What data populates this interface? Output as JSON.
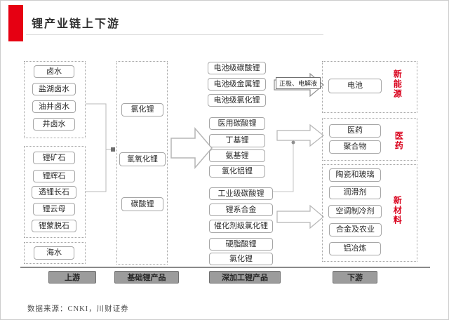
{
  "colors": {
    "accent_red": "#e60012",
    "category_red": "#d9001b"
  },
  "header": {
    "title": "锂产业链上下游"
  },
  "columns": {
    "upstream": {
      "stage_label": "上游",
      "groups": [
        {
          "name": "brine",
          "items": [
            "卤水",
            "盐湖卤水",
            "油井卤水",
            "井卤水"
          ]
        },
        {
          "name": "ore",
          "items": [
            "锂矿石",
            "锂辉石",
            "透锂长石",
            "锂云母",
            "锂蒙脱石"
          ]
        },
        {
          "name": "seawater",
          "items": [
            "海水"
          ]
        }
      ]
    },
    "basic_products": {
      "stage_label": "基础锂产品",
      "items": [
        "氯化锂",
        "氢氧化锂",
        "碳酸锂"
      ]
    },
    "deep_products": {
      "stage_label": "深加工锂产品",
      "groups": [
        {
          "items": [
            "电池级碳酸锂",
            "电池级金属锂",
            "电池级氯化锂"
          ]
        },
        {
          "items": [
            "医用碳酸锂",
            "丁基锂",
            "氨基锂",
            "氢化铝锂"
          ]
        },
        {
          "items": [
            "工业级碳酸锂",
            "锂系合金",
            "催化剂级氯化锂"
          ]
        },
        {
          "items": [
            "硬脂酸锂",
            "氯化锂"
          ]
        }
      ]
    },
    "downstream": {
      "stage_label": "下游",
      "groups": [
        {
          "category": "新能源",
          "items": [
            "电池"
          ]
        },
        {
          "category": "医药",
          "items": [
            "医药",
            "聚合物"
          ]
        },
        {
          "category": "新材料",
          "items": [
            "陶瓷和玻璃",
            "润滑剂",
            "空调制冷剂",
            "合金及农业",
            "铝冶炼"
          ]
        }
      ]
    }
  },
  "annotations": {
    "battery_arrow_label": "正极、电解液"
  },
  "footer": {
    "source": "数据来源：CNKI，川财证券"
  }
}
